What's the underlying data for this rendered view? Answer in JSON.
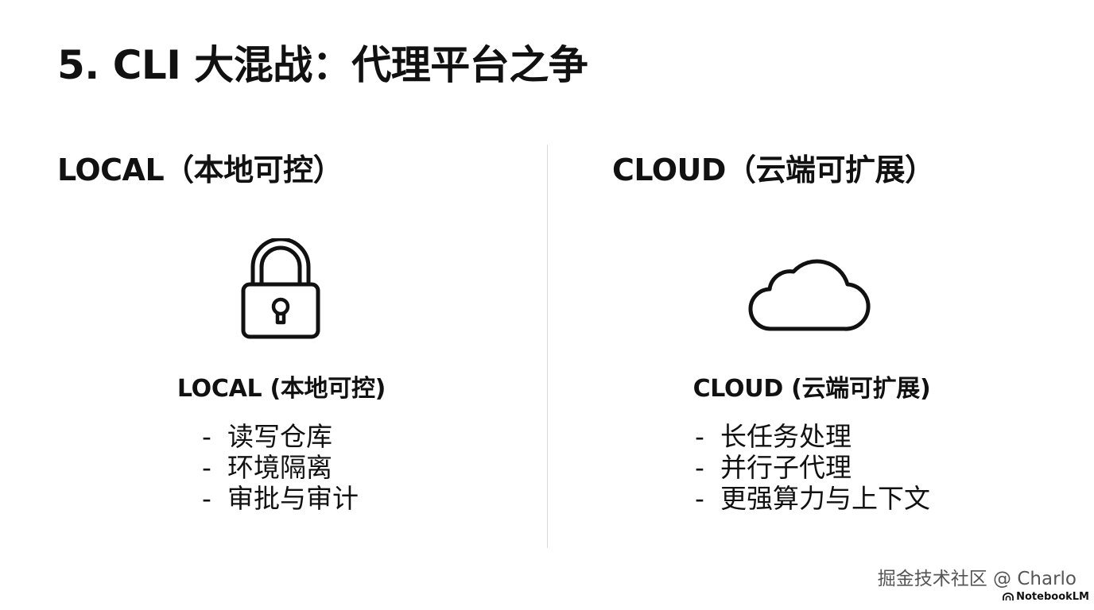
{
  "slide": {
    "title": "5. CLI 大混战：代理平台之争"
  },
  "local": {
    "heading": "LOCAL（本地可控）",
    "icon": "lock-icon",
    "subheading": "LOCAL (本地可控)",
    "items": [
      "读写仓库",
      "环境隔离",
      "审批与审计"
    ]
  },
  "cloud": {
    "heading": "CLOUD（云端可扩展）",
    "icon": "cloud-icon",
    "subheading": "CLOUD (云端可扩展)",
    "items": [
      "长任务处理",
      "并行子代理",
      "更强算力与上下文"
    ]
  },
  "bullet_marker": "-",
  "footer": {
    "watermark": "掘金技术社区 @ Charlo",
    "brand": "NotebookLM",
    "brand_icon": "notebooklm-logo-icon"
  },
  "colors": {
    "text": "#111111",
    "divider": "#d9d9d9",
    "watermark": "#555555"
  }
}
